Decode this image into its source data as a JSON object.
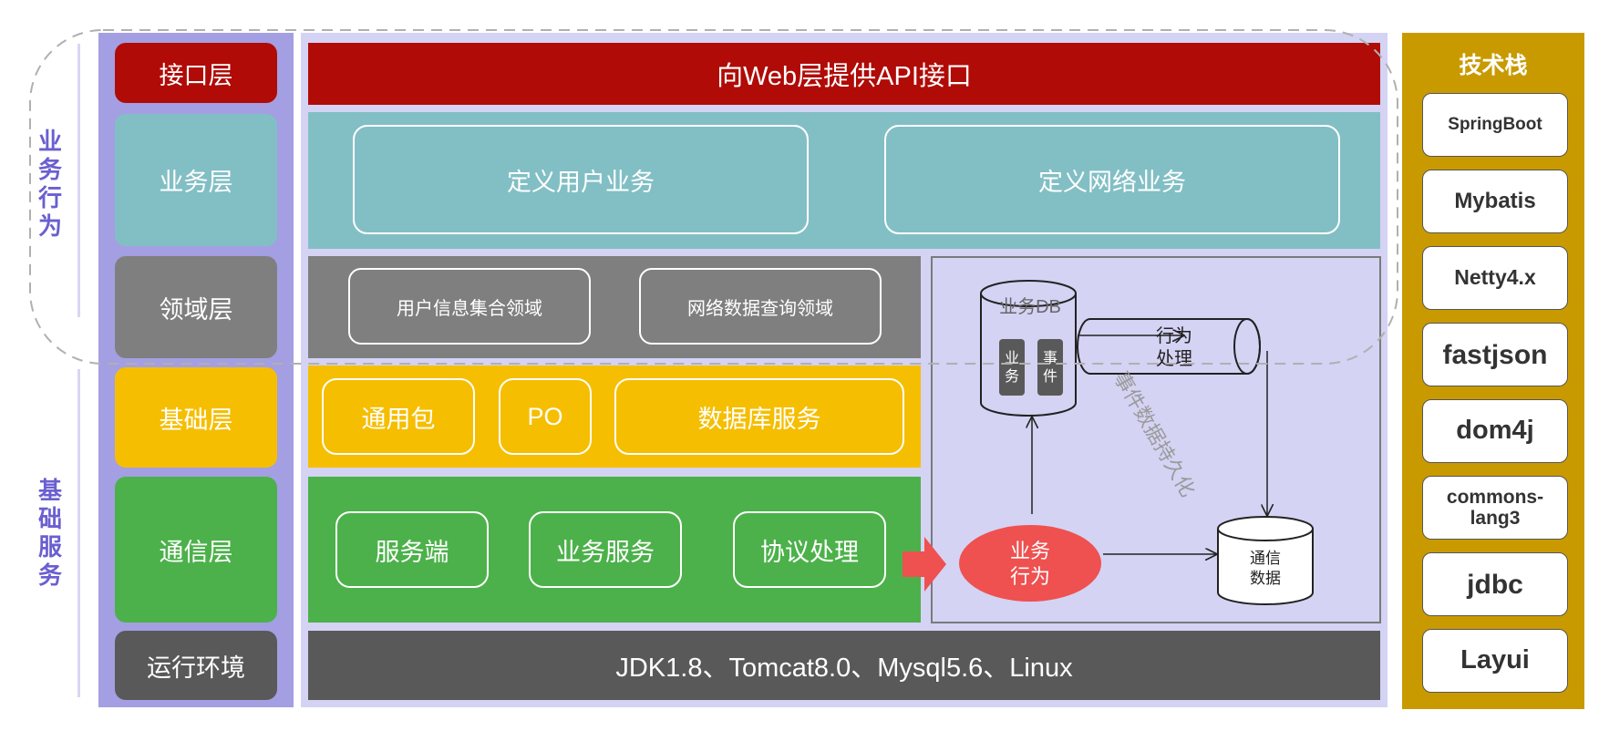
{
  "groups": {
    "business_behavior": "业务行为",
    "basic_services": "基础服务"
  },
  "layers": [
    {
      "label": "接口层",
      "color": "#b00b07"
    },
    {
      "label": "业务层",
      "color": "#82bfc5"
    },
    {
      "label": "领域层",
      "color": "#7f7f7f"
    },
    {
      "label": "基础层",
      "color": "#f6be00"
    },
    {
      "label": "通信层",
      "color": "#4cb14a"
    },
    {
      "label": "运行环境",
      "color": "#595959"
    }
  ],
  "interface_band": {
    "text": "向Web层提供API接口"
  },
  "business_band": {
    "items": [
      "定义用户业务",
      "定义网络业务"
    ]
  },
  "domain_band": {
    "items": [
      "用户信息集合领域",
      "网络数据查询领域"
    ]
  },
  "base_band": {
    "items": [
      "通用包",
      "PO",
      "数据库服务"
    ]
  },
  "comm_band": {
    "items": [
      "服务端",
      "业务服务",
      "协议处理"
    ]
  },
  "runtime_band": {
    "text": "JDK1.8、Tomcat8.0、Mysql5.6、Linux"
  },
  "flow": {
    "db_label": "业务DB",
    "db_tag_1": "业务",
    "db_tag_2": "事件",
    "pipe_label": "行为处理",
    "ellipse_label": "业务行为",
    "comm_db_label": "通信数据",
    "diagonal_text": "事件数据持久化"
  },
  "tech_stack": {
    "title": "技术栈",
    "items": [
      "SpringBoot",
      "Mybatis",
      "Netty4.x",
      "fastjson",
      "dom4j",
      "commons-lang3",
      "jdbc",
      "Layui"
    ]
  }
}
